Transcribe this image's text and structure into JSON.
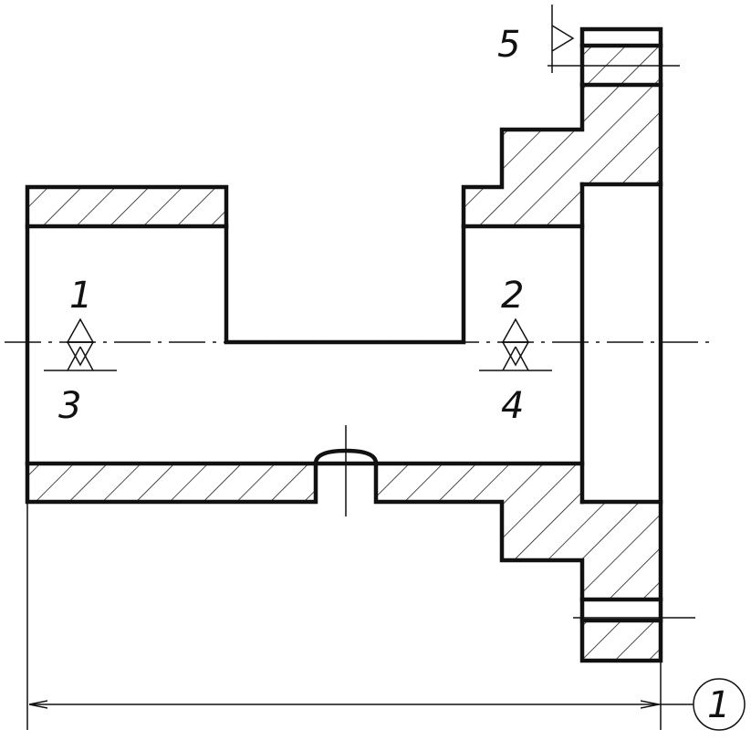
{
  "labels": {
    "surface_1": "1",
    "surface_2": "2",
    "surface_3": "3",
    "surface_4": "4",
    "surface_5": "5",
    "dimension_1": "1"
  }
}
